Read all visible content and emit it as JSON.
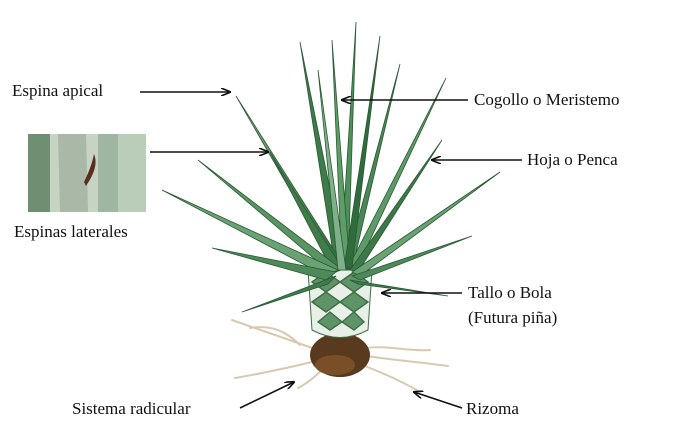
{
  "labels": {
    "espina_apical": "Espina apical",
    "cogollo": "Cogollo o Meristemo",
    "hoja": "Hoja o Penca",
    "espinas_laterales": "Espinas laterales",
    "tallo_line1": "Tallo o Bola",
    "tallo_line2": "(Futura piña)",
    "sistema_radicular": "Sistema radicular",
    "rizoma": "Rizoma"
  },
  "colors": {
    "leaf_dark": "#2f6b3c",
    "leaf_mid": "#4e8f5a",
    "leaf_light": "#7fb08a",
    "stem_light": "#e8efe6",
    "roots": "#5a3a1e",
    "arrow": "#111111"
  }
}
